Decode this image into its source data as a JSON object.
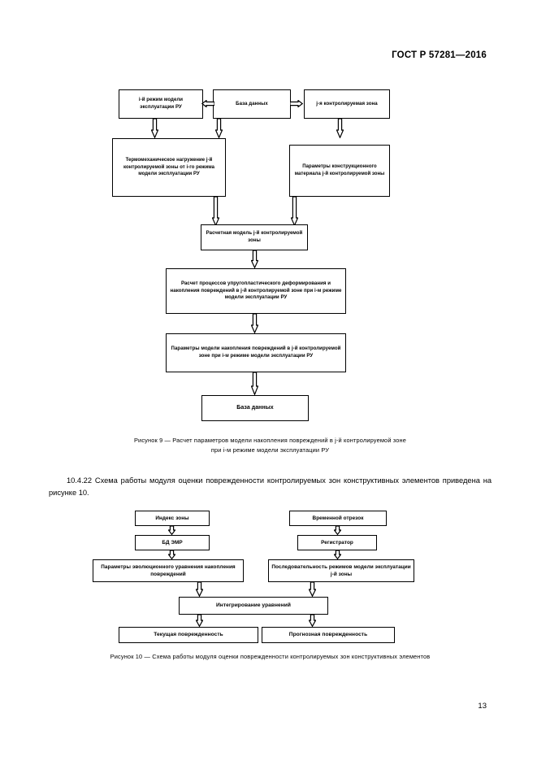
{
  "document": {
    "header": "ГОСТ Р 57281—2016",
    "page_number": "13"
  },
  "figure9": {
    "boxes": {
      "mode_ru": "i-й режим модели эксплуатации РУ",
      "database_top": "База данных",
      "zone_j": "j-я контролируемая зона",
      "thermomech": "Термомеханическое нагружение j-й контролируемой зоны от i-го режима модели эксплуатации РУ",
      "material_params": "Параметры конструкционного материала j-й контролируемой зоны",
      "calc_model": "Расчетная модель j-й контролируемой зоны",
      "calc_process": "Расчет процессов упругопластического деформирования и накопления повреждений в j-й контролируемой зоне при i-м режиме модели эксплуатации РУ",
      "damage_params": "Параметры модели накопления повреждений в j-й контролируемой зоне при i-м режиме модели эксплуатации РУ",
      "database_bottom": "База данных"
    },
    "caption_line1": "Рисунок 9 — Расчет параметров модели накопления повреждений в j-й контролируемой зоне",
    "caption_line2": "при i-м режиме модели эксплуатации РУ"
  },
  "paragraph": {
    "number": "10.4.22",
    "text": "Схема работы модуля оценки поврежденности контролируемых зон конструктивных элементов приведена на рисунке 10."
  },
  "figure10": {
    "boxes": {
      "zone_index": "Индекс зоны",
      "time_slice": "Временной отрезок",
      "db_emr": "БД ЭМР",
      "registrator": "Регистратор",
      "evolution_params": "Параметры эволюционного уравнения накопления повреждений",
      "mode_sequence": "Последовательность режимов модели эксплуатации j-й зоны",
      "integration": "Интегрирование уравнений",
      "current_damage": "Текущая поврежденность",
      "forecast_damage": "Прогнозная поврежденность"
    },
    "caption": "Рисунок 10 — Схема работы модуля оценки поврежденности контролируемых зон конструктивных элементов"
  },
  "colors": {
    "ink": "#000000",
    "paper": "#ffffff"
  }
}
